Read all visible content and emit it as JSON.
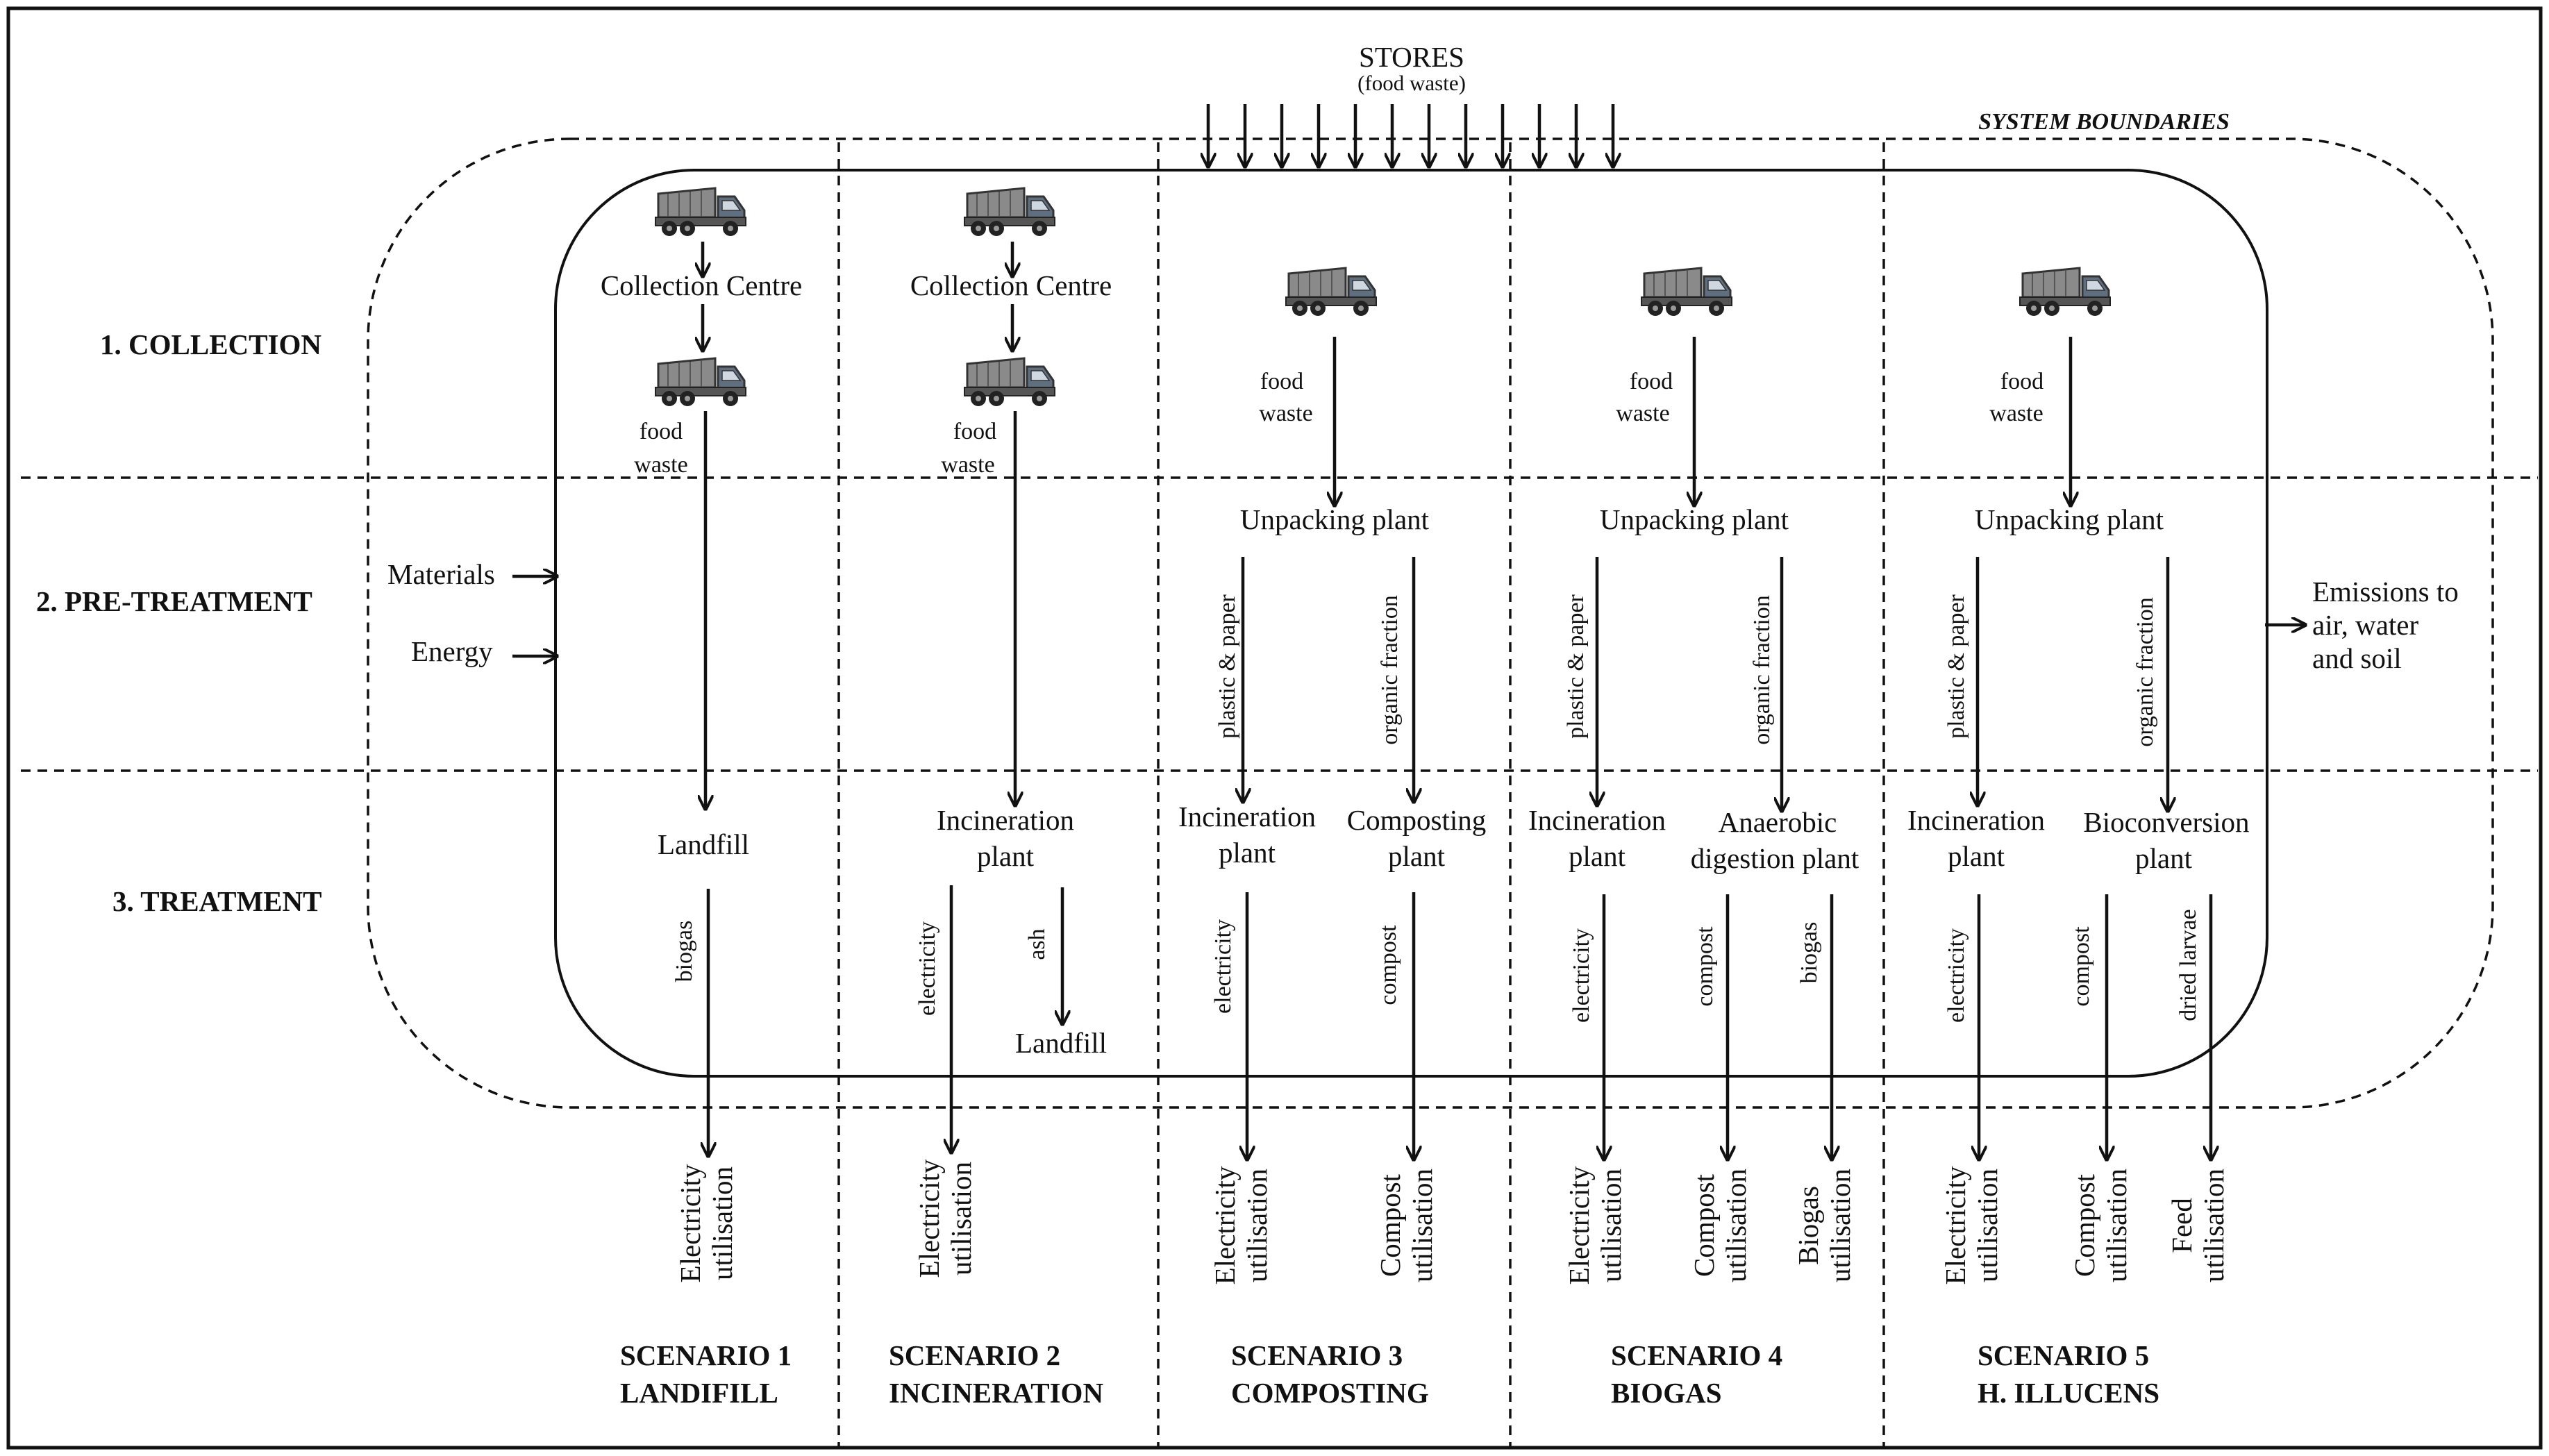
{
  "top": {
    "stores_title": "STORES",
    "stores_sub": "(food waste)",
    "boundary_label": "SYSTEM BOUNDARIES"
  },
  "phases": [
    "1. COLLECTION",
    "2. PRE-TREATMENT",
    "3. TREATMENT"
  ],
  "inputs": {
    "materials": "Materials",
    "energy": "Energy"
  },
  "emissions": [
    "Emissions to",
    "air, water",
    "and soil"
  ],
  "labels": {
    "collection_centre": "Collection Centre",
    "food": "food",
    "waste": "waste",
    "unpacking_plant": "Unpacking plant",
    "plastic_paper": "plastic & paper",
    "organic_fraction": "organic fraction",
    "landfill": "Landfill",
    "incineration": "Incineration",
    "plant": "plant",
    "composting": "Composting",
    "anaerobic": "Anaerobic",
    "digestion_plant": "digestion plant",
    "bioconversion": "Bioconversion",
    "biogas_flow": "biogas",
    "electricity_flow": "electricity",
    "ash_flow": "ash",
    "compost_flow": "compost",
    "dried_larvae_flow": "dried larvae",
    "electricity_u": "Electricity",
    "compost_u": "Compost",
    "biogas_u": "Biogas",
    "feed_u": "Feed",
    "utilisation": "utilisation"
  },
  "scenarios": [
    {
      "num": "SCENARIO 1",
      "name": "LANDIFILL"
    },
    {
      "num": "SCENARIO 2",
      "name": "INCINERATION"
    },
    {
      "num": "SCENARIO 3",
      "name": "COMPOSTING"
    },
    {
      "num": "SCENARIO 4",
      "name": "BIOGAS"
    },
    {
      "num": "SCENARIO 5",
      "name": "H. ILLUCENS"
    }
  ]
}
